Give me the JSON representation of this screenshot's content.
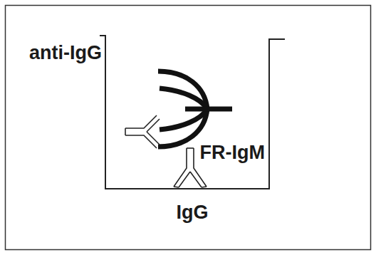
{
  "diagram": {
    "labels": [
      "anti-IgG",
      "FR-IgM",
      "IgG"
    ]
  }
}
